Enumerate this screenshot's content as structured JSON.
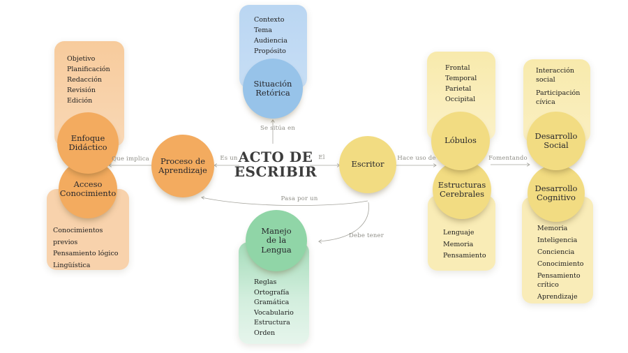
{
  "title": {
    "line1": "ACTO DE",
    "line2": "ESCRIBIR"
  },
  "nodes": {
    "situacion": {
      "lines": [
        "Situación",
        "Retórica"
      ]
    },
    "enfoque": {
      "lines": [
        "Enfoque",
        "Didáctico"
      ]
    },
    "acceso": {
      "lines": [
        "Acceso",
        "Conocimiento"
      ]
    },
    "proceso": {
      "lines": [
        "Proceso de",
        "Aprendizaje"
      ]
    },
    "escritor": {
      "lines": [
        "Escritor"
      ]
    },
    "lobulos": {
      "lines": [
        "Lóbulos"
      ]
    },
    "estructuras": {
      "lines": [
        "Estructuras",
        "Cerebrales"
      ]
    },
    "social": {
      "lines": [
        "Desarrollo",
        "Social"
      ]
    },
    "cognitivo": {
      "lines": [
        "Desarrollo",
        "Cognitivo"
      ]
    },
    "manejo": {
      "lines": [
        "Manejo",
        "de la",
        "Lengua"
      ]
    }
  },
  "cards": {
    "situacion": {
      "items": [
        "Contexto",
        "Tema",
        "Audiencia",
        "Propósito"
      ]
    },
    "enfoque": {
      "items": [
        "Objetivo",
        "Planificación",
        "Redacción",
        "Revisión",
        "Edición"
      ]
    },
    "acceso": {
      "items": [
        "Conocimientos previos",
        "Pensamiento lógico",
        "Lingüística"
      ]
    },
    "lobulos": {
      "items": [
        "Frontal",
        "Temporal",
        "Parietal",
        "Occipital"
      ]
    },
    "estructuras": {
      "items": [
        "Lenguaje",
        "Memoria",
        "Pensamiento"
      ]
    },
    "social": {
      "items": [
        "Interacción social",
        "Participación cívica"
      ]
    },
    "cognitivo": {
      "items": [
        "Memoria",
        "Inteligencia",
        "Conciencia",
        "Conocimiento",
        "Pensamiento crítico",
        "Aprendizaje"
      ]
    },
    "manejo": {
      "items": [
        "Reglas",
        "Ortografía",
        "Gramática",
        "Vocabulario",
        "Estructura",
        "Orden"
      ]
    }
  },
  "edges": {
    "se_situa_en": "Se sitúa en",
    "que_implica": "Que implica",
    "es_un": "Es un",
    "el": "El",
    "hace_uso_de": "Hace uso de",
    "fomentando": "Fomentando",
    "pasa_por_un": "Pasa por un",
    "debe_tener": "Debe tener"
  },
  "colors": {
    "background": "#FFFFFF",
    "blue_card": "#BAD6F2",
    "blue_circle": "#97C3E9",
    "orange_card": "#F7CB9C",
    "orange_card_light": "#F8D2AC",
    "orange_circle": "#F3AB5F",
    "yellow_card": "#F8EAAC",
    "yellow_circle": "#F2DC82",
    "green_card": "#A5DCBA",
    "green_card_light": "#E6F5EC",
    "green_circle": "#90D5A7",
    "title_text": "#3C3C3C",
    "node_text": "#26262B",
    "item_text": "#1E1E1E",
    "edge_text": "#8E8D86",
    "edge_line": "#A5A49D"
  }
}
